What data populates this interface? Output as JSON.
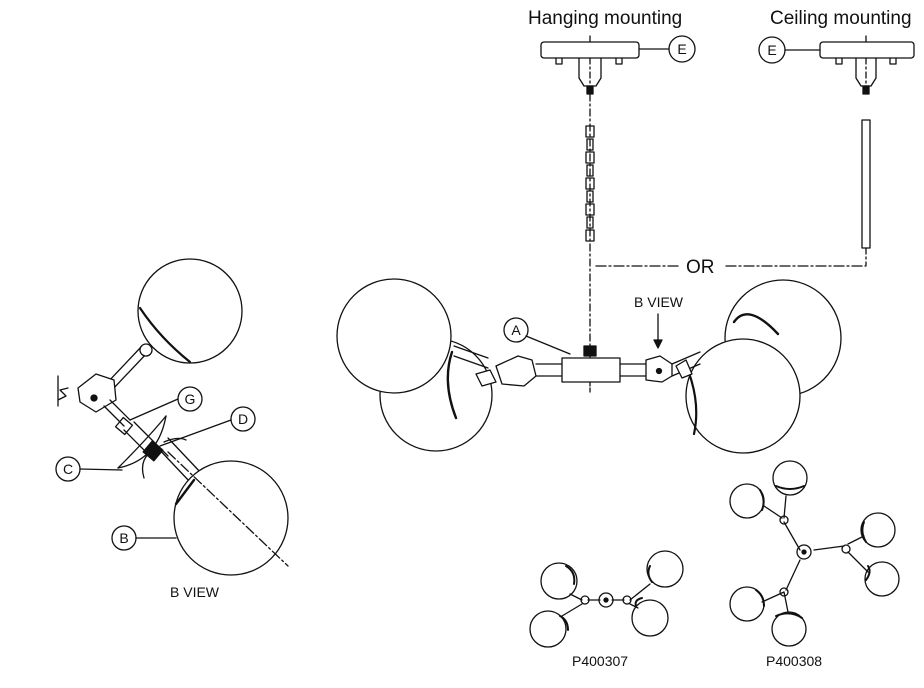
{
  "mounts": {
    "hanging": {
      "title": "Hanging mounting",
      "callout": "E"
    },
    "ceiling": {
      "title": "Ceiling mounting",
      "callout": "E"
    },
    "or_label": "OR"
  },
  "main_view": {
    "callout_a": "A",
    "b_view_marker": "B VIEW"
  },
  "detail_view": {
    "callouts": {
      "b": "B",
      "c": "C",
      "d": "D",
      "g": "G"
    },
    "caption": "B VIEW"
  },
  "models": [
    {
      "code": "P400307"
    },
    {
      "code": "P400308"
    }
  ],
  "colors": {
    "line": "#111111",
    "background": "#ffffff"
  }
}
